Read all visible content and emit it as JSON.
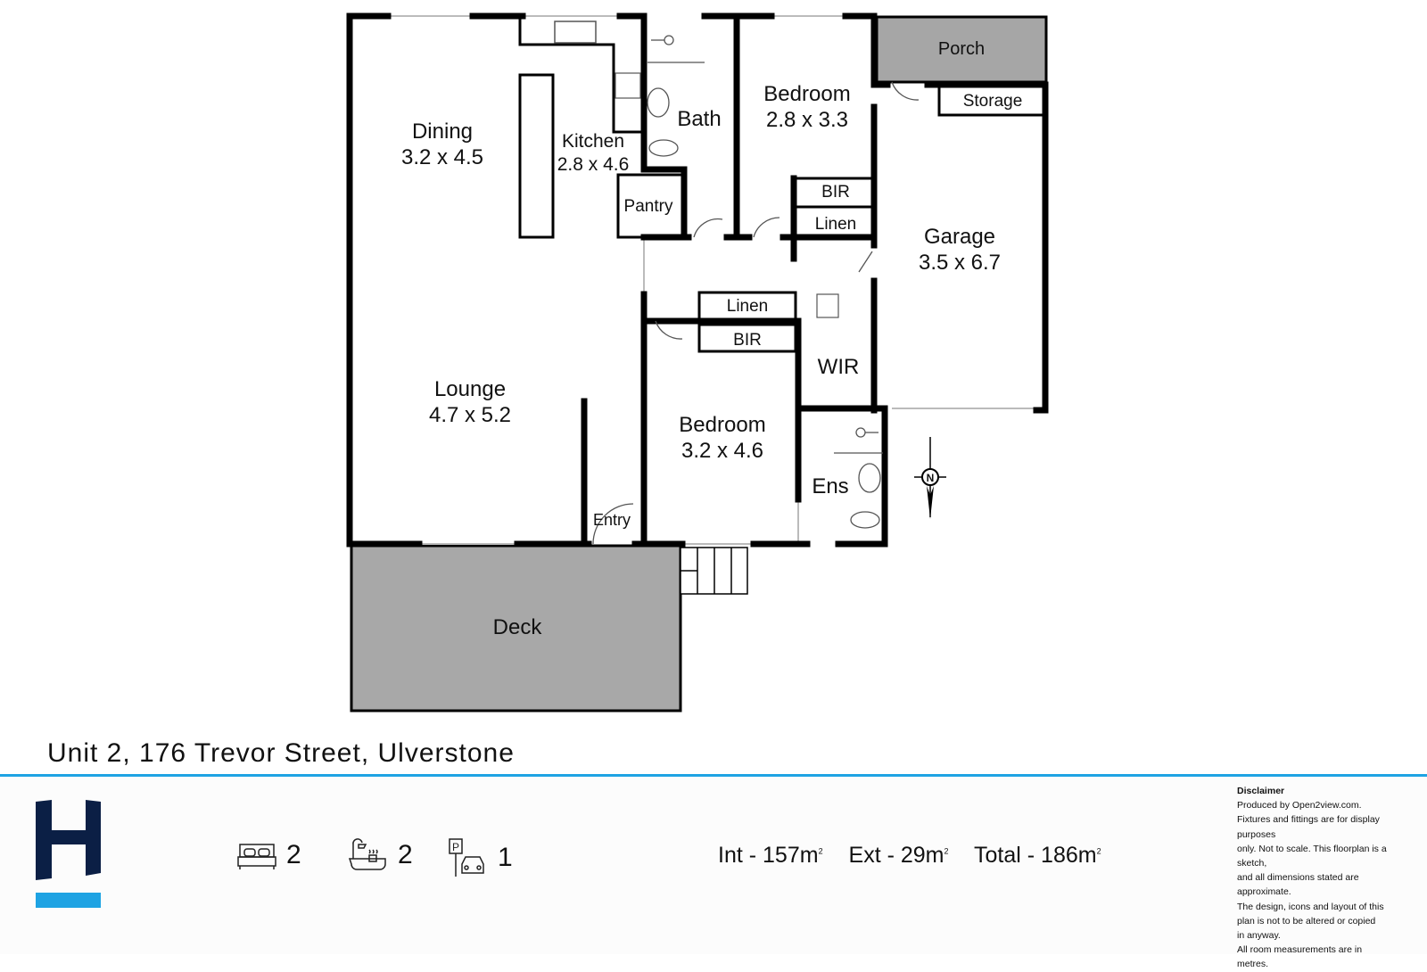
{
  "rooms": {
    "dining": {
      "name": "Dining",
      "size": "3.2 x 4.5"
    },
    "kitchen": {
      "name": "Kitchen",
      "size": "2.8 x 4.6"
    },
    "bath": {
      "name": "Bath"
    },
    "bedroom1": {
      "name": "Bedroom",
      "size": "2.8 x 3.3"
    },
    "porch": {
      "name": "Porch"
    },
    "storage": {
      "name": "Storage"
    },
    "pantry": {
      "name": "Pantry"
    },
    "bir1": {
      "name": "BIR"
    },
    "linen1": {
      "name": "Linen"
    },
    "garage": {
      "name": "Garage",
      "size": "3.5 x 6.7"
    },
    "linen2": {
      "name": "Linen"
    },
    "bir2": {
      "name": "BIR"
    },
    "wir": {
      "name": "WIR"
    },
    "lounge": {
      "name": "Lounge",
      "size": "4.7 x 5.2"
    },
    "bedroom2": {
      "name": "Bedroom",
      "size": "3.2 x 4.6"
    },
    "ens": {
      "name": "Ens"
    },
    "entry": {
      "name": "Entry"
    },
    "deck": {
      "name": "Deck"
    }
  },
  "compass": {
    "label": "N"
  },
  "address": "Unit 2, 176 Trevor Street, Ulverstone",
  "features": {
    "bedrooms": "2",
    "bathrooms": "2",
    "parking": "1"
  },
  "areas": {
    "int": "Int - 157m",
    "ext": "Ext - 29m",
    "total": "Total - 186m",
    "unit": "2"
  },
  "disclaimer": {
    "title": "Disclaimer",
    "lines": [
      "Produced by Open2view.com.",
      "Fixtures and fittings are for display purposes",
      "only. Not to scale. This floorplan is a sketch,",
      "and all dimensions stated are approximate.",
      "The design, icons and layout of this",
      "plan is not to be altered or copied",
      "in anyway.",
      "All room measurements are in",
      "metres."
    ]
  },
  "colors": {
    "accent": "#1ea3e3",
    "logo": "#0b1f45",
    "deck": "#a8a8a8"
  }
}
